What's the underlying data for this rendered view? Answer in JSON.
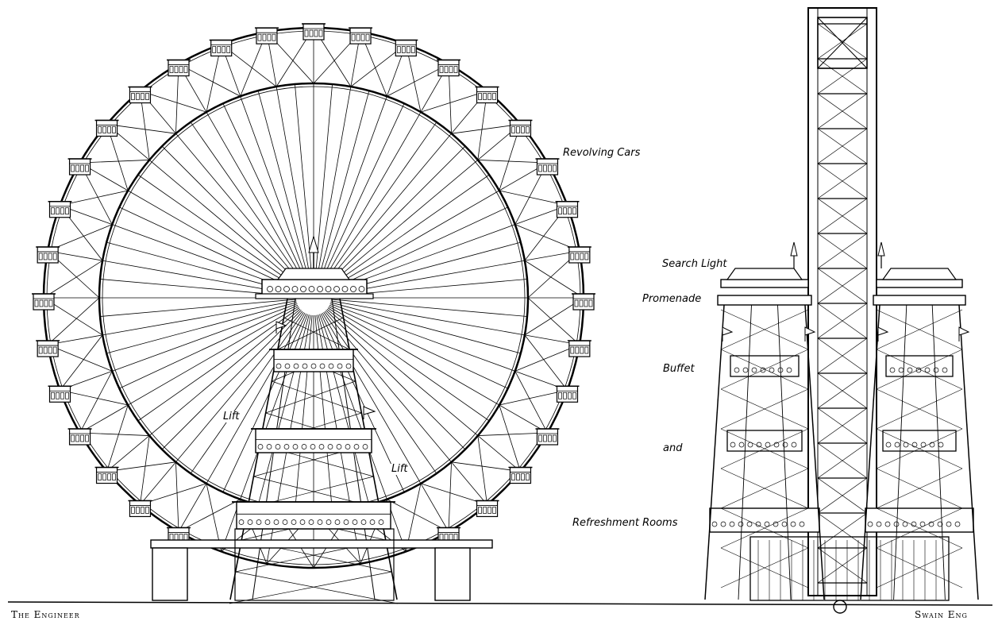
{
  "labels": {
    "revolving_cars": "Revolving Cars",
    "search_light": "Search Light",
    "promenade": "Promenade",
    "buffet": "Buffet",
    "and": "and",
    "refreshment_rooms": "Refreshment Rooms",
    "lift_left": "Lift",
    "lift_right": "Lift"
  },
  "credits": {
    "left": "The Engineer",
    "right": "Swain Eng"
  },
  "colors": {
    "ink": "#000000",
    "paper": "#ffffff"
  }
}
